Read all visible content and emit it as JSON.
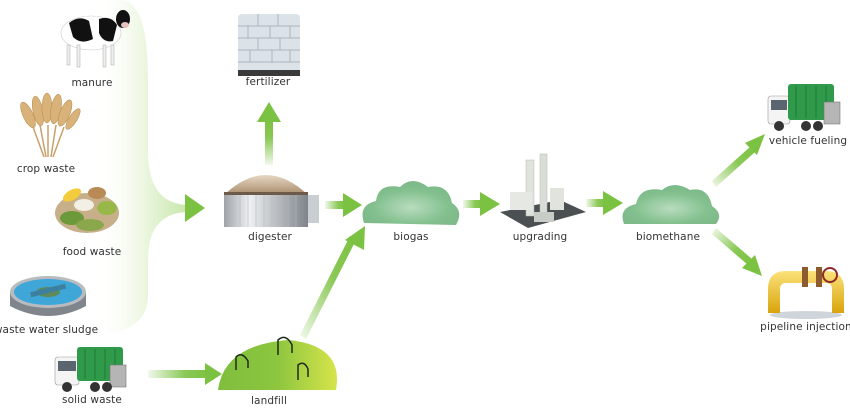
{
  "diagram": {
    "title": "",
    "colors": {
      "arrow": "#7cc242",
      "arrow_light": "#d9edc6",
      "text": "#333333",
      "gas_cloud": "#8fc79a",
      "landfill_green": "#8dc63f",
      "pipe_yellow": "#f2c21b",
      "truck_green": "#2e9a4a"
    },
    "inputs": [
      {
        "id": "manure",
        "label": "manure",
        "icon": "cow-icon"
      },
      {
        "id": "crop-waste",
        "label": "crop waste",
        "icon": "wheat-icon"
      },
      {
        "id": "food-waste",
        "label": "food waste",
        "icon": "food-scraps-icon"
      },
      {
        "id": "waste-water-sludge",
        "label": "waste water sludge",
        "icon": "clarifier-tank-icon"
      },
      {
        "id": "solid-waste",
        "label": "solid waste",
        "icon": "garbage-truck-icon"
      }
    ],
    "nodes": {
      "digester": {
        "label": "digester",
        "icon": "digester-tank-icon"
      },
      "fertilizer": {
        "label": "fertilizer",
        "icon": "fertilizer-bags-icon"
      },
      "landfill": {
        "label": "landfill",
        "icon": "landfill-mound-icon"
      },
      "biogas": {
        "label": "biogas",
        "icon": "gas-cloud-icon"
      },
      "upgrading": {
        "label": "upgrading",
        "icon": "upgrading-plant-icon"
      },
      "biomethane": {
        "label": "biomethane",
        "icon": "gas-cloud-icon"
      },
      "vehicle_fueling": {
        "label": "vehicle fueling",
        "icon": "garbage-truck-icon"
      },
      "pipeline_injection": {
        "label": "pipeline injection",
        "icon": "pipeline-icon"
      }
    },
    "flows": [
      {
        "from": "manure, crop waste, food waste, waste water sludge",
        "to": "digester"
      },
      {
        "from": "solid waste",
        "to": "landfill"
      },
      {
        "from": "digester",
        "to": "fertilizer"
      },
      {
        "from": "digester",
        "to": "biogas"
      },
      {
        "from": "landfill",
        "to": "biogas"
      },
      {
        "from": "biogas",
        "to": "upgrading"
      },
      {
        "from": "upgrading",
        "to": "biomethane"
      },
      {
        "from": "biomethane",
        "to": "vehicle fueling"
      },
      {
        "from": "biomethane",
        "to": "pipeline injection"
      }
    ]
  }
}
